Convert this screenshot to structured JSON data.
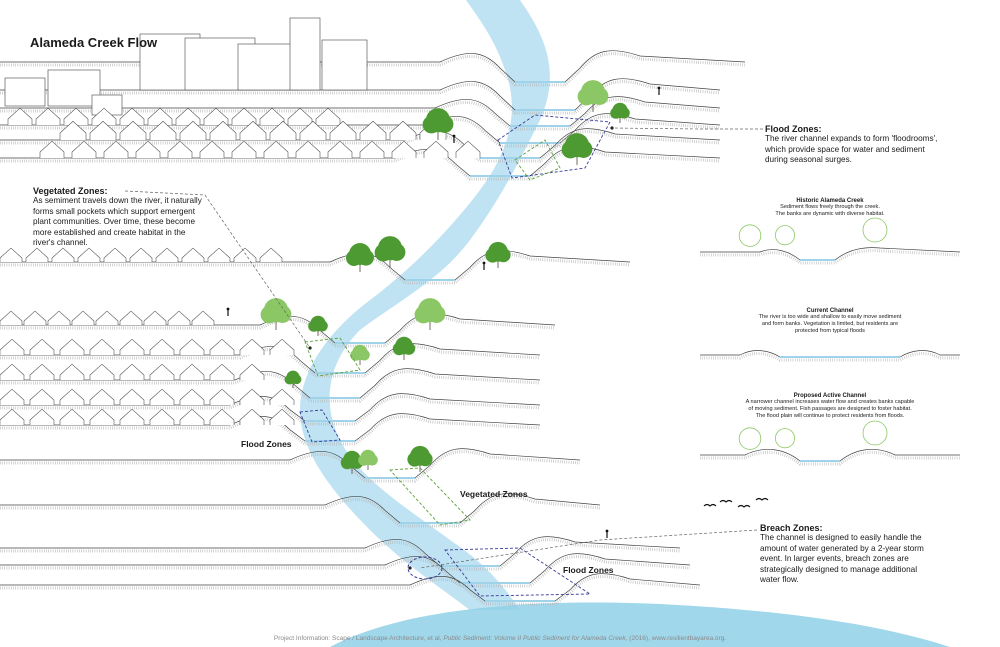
{
  "title": "Alameda Creek Flow",
  "colors": {
    "water": "#bfe3f3",
    "water_edge": "#9fd3ea",
    "bay": "#8fd0e6",
    "tree_dark": "#4e9a32",
    "tree_light": "#8cc765",
    "stroke": "#444444",
    "callout_blue": "#3a3a9a",
    "callout_green": "#5aa03a"
  },
  "callouts": {
    "flood_zones_top": {
      "heading": "Flood Zones:",
      "lines": [
        "The river channel expands to form 'floodrooms',",
        "which provide space for water and sediment",
        "during seasonal surges."
      ]
    },
    "vegetated_zones": {
      "heading": "Vegetated Zones:",
      "lines": [
        "As semiment travels down the river, it naturally",
        "forms small pockets which support emergent",
        "plant communities. Over time, these become",
        "more established and create habitat in the",
        "river's channel."
      ]
    },
    "breach_zones": {
      "heading": "Breach Zones:",
      "lines": [
        "The channel is designed to easily handle the",
        "amount of water generated by a 2-year storm",
        "event. In larger events, breach zones are",
        "strategically designed to manage additional",
        "water flow."
      ]
    }
  },
  "labels": {
    "flood_zones_mid": "Flood Zones",
    "vegetated_zones_mid": "Vegetated Zones",
    "flood_zones_bottom": "Flood Zones"
  },
  "panels": [
    {
      "heading": "Historic Alameda Creek",
      "lines": [
        "Sediment flows freely  through the creek.",
        "The banks are dynamic with diverse habitat."
      ]
    },
    {
      "heading": "Current Channel",
      "lines": [
        "The river is too wide and shallow to easily move sediment",
        "and form banks. Vegetation is limited, but residents are",
        "protected from typical floods"
      ]
    },
    {
      "heading": "Proposed Active Channel",
      "lines": [
        "A narrower channel increases water flow and creates banks capable",
        "of moving sediment. Fish passages are designed to foster habitat.",
        "The flood plain will continue to protect residents from floods."
      ]
    }
  ],
  "footer": {
    "lead": "Project Information: Scape / Landscape Architecture, et al, ",
    "em1": "Public Sediment: Volume II Public Sediment for Alameda Creek,",
    "tail": " (2016), www.resilientbayarea.org."
  }
}
